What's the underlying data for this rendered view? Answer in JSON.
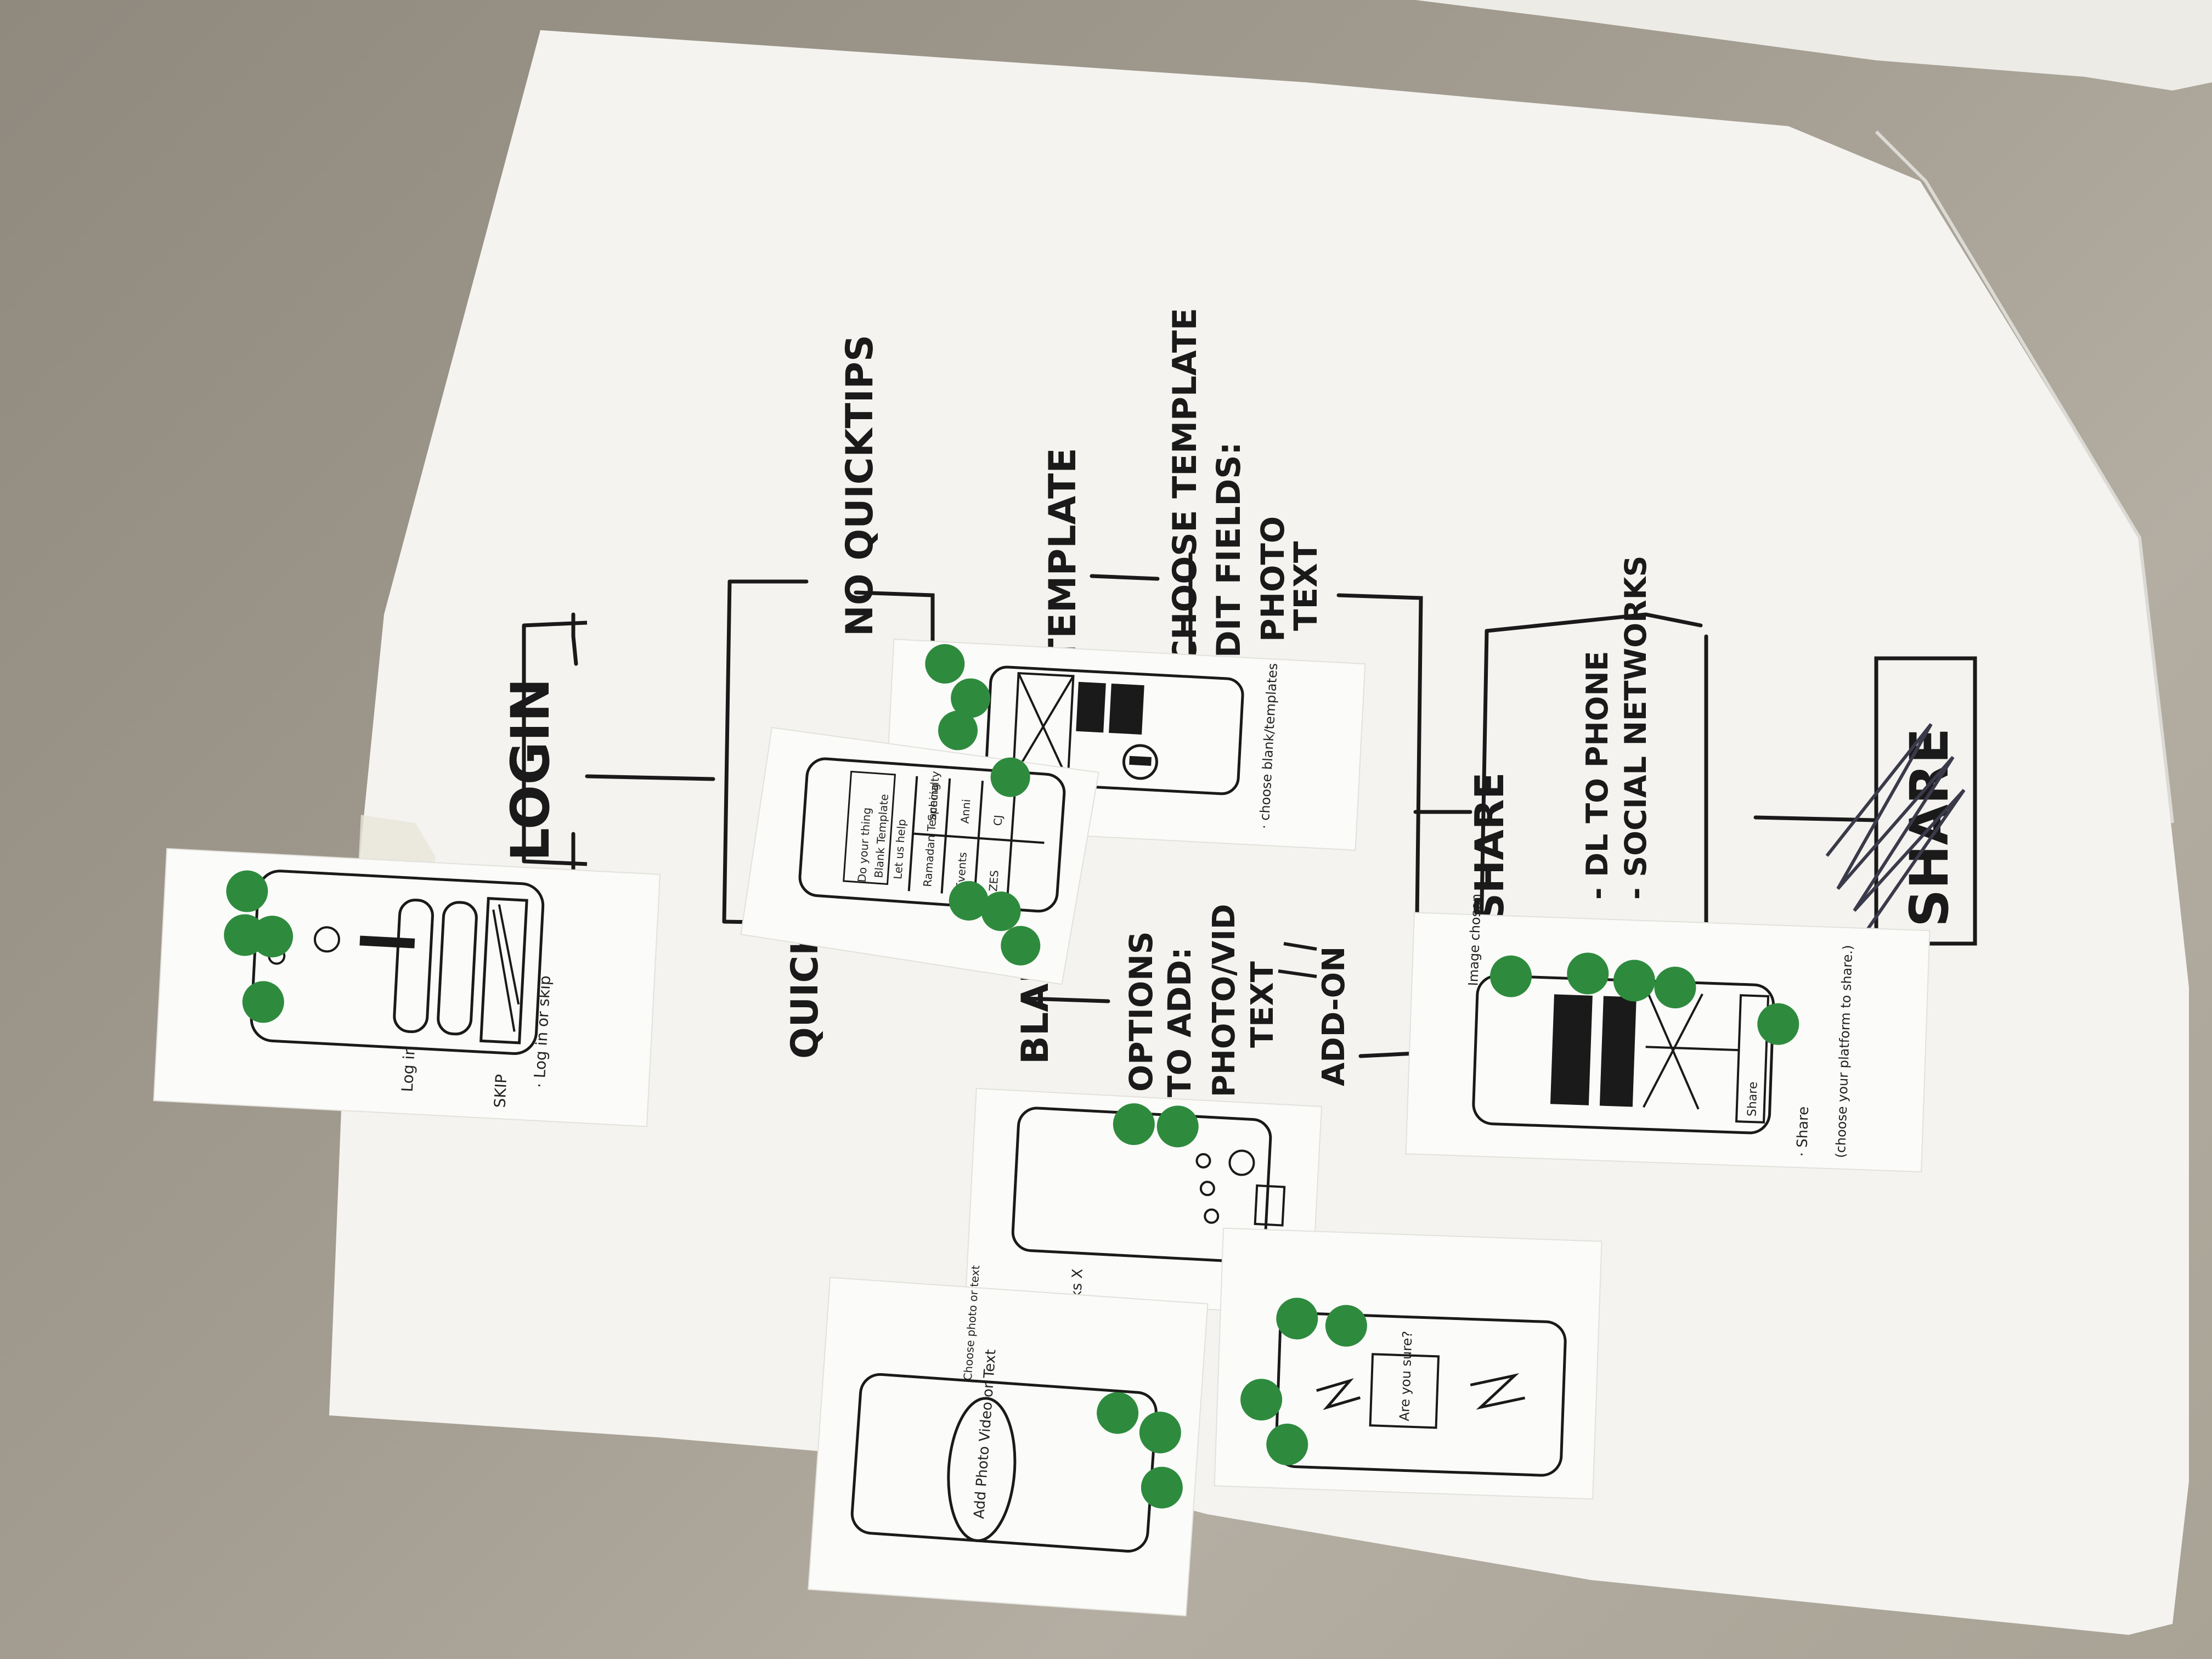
{
  "board": {
    "nodes": {
      "login": "LOGIN",
      "no_quicktips": "NO QUICKTIPS",
      "quicktips": "QUICKTIPS",
      "template": "TEMPLATE",
      "blank": "BLANK",
      "share": "SHARE",
      "share_crossed": "SHARE"
    },
    "notes": {
      "choose_template": "CHOOSE TEMPLATE",
      "edit_fields": "EDIT FIELDS:",
      "edit_photo": "PHOTO",
      "edit_text": "TEXT",
      "options_1": "OPTIONS",
      "options_2": "TO ADD:",
      "opt_photo": "PHOTO/VID",
      "opt_text": "TEXT",
      "opt_addon": "ADD-ON",
      "dl_phone": "- DL TO PHONE",
      "social": "- SOCIAL NETWORKS"
    }
  },
  "sketches": {
    "login_card": {
      "note": "· Log in or skip",
      "login": "Log in",
      "skip": "SKIP"
    },
    "quicktips_card": {
      "line1": "Do your thing",
      "line2": "Blank Template",
      "line3": "Let us help",
      "cells": [
        "Events",
        "Specialty",
        "Anni",
        "ZES",
        "CJ",
        "Ramadan Teaching"
      ]
    },
    "template_card": {
      "note": "· choose blank/templates"
    },
    "share_card": {
      "note1": "· Share",
      "note2": "(choose your platform to share.)",
      "button": "Share",
      "tag": "Image chosen"
    },
    "add_card": {
      "label": "Add Photo Video or Text",
      "side": "Choose photo or text"
    },
    "blank_card": {
      "note": "Clicks X"
    },
    "confirm_card": {
      "label": "Are you sure?"
    }
  },
  "colors": {
    "paper": "#f4f3ef",
    "ink": "#1a1a1a",
    "dot": "#2e8b3e"
  }
}
